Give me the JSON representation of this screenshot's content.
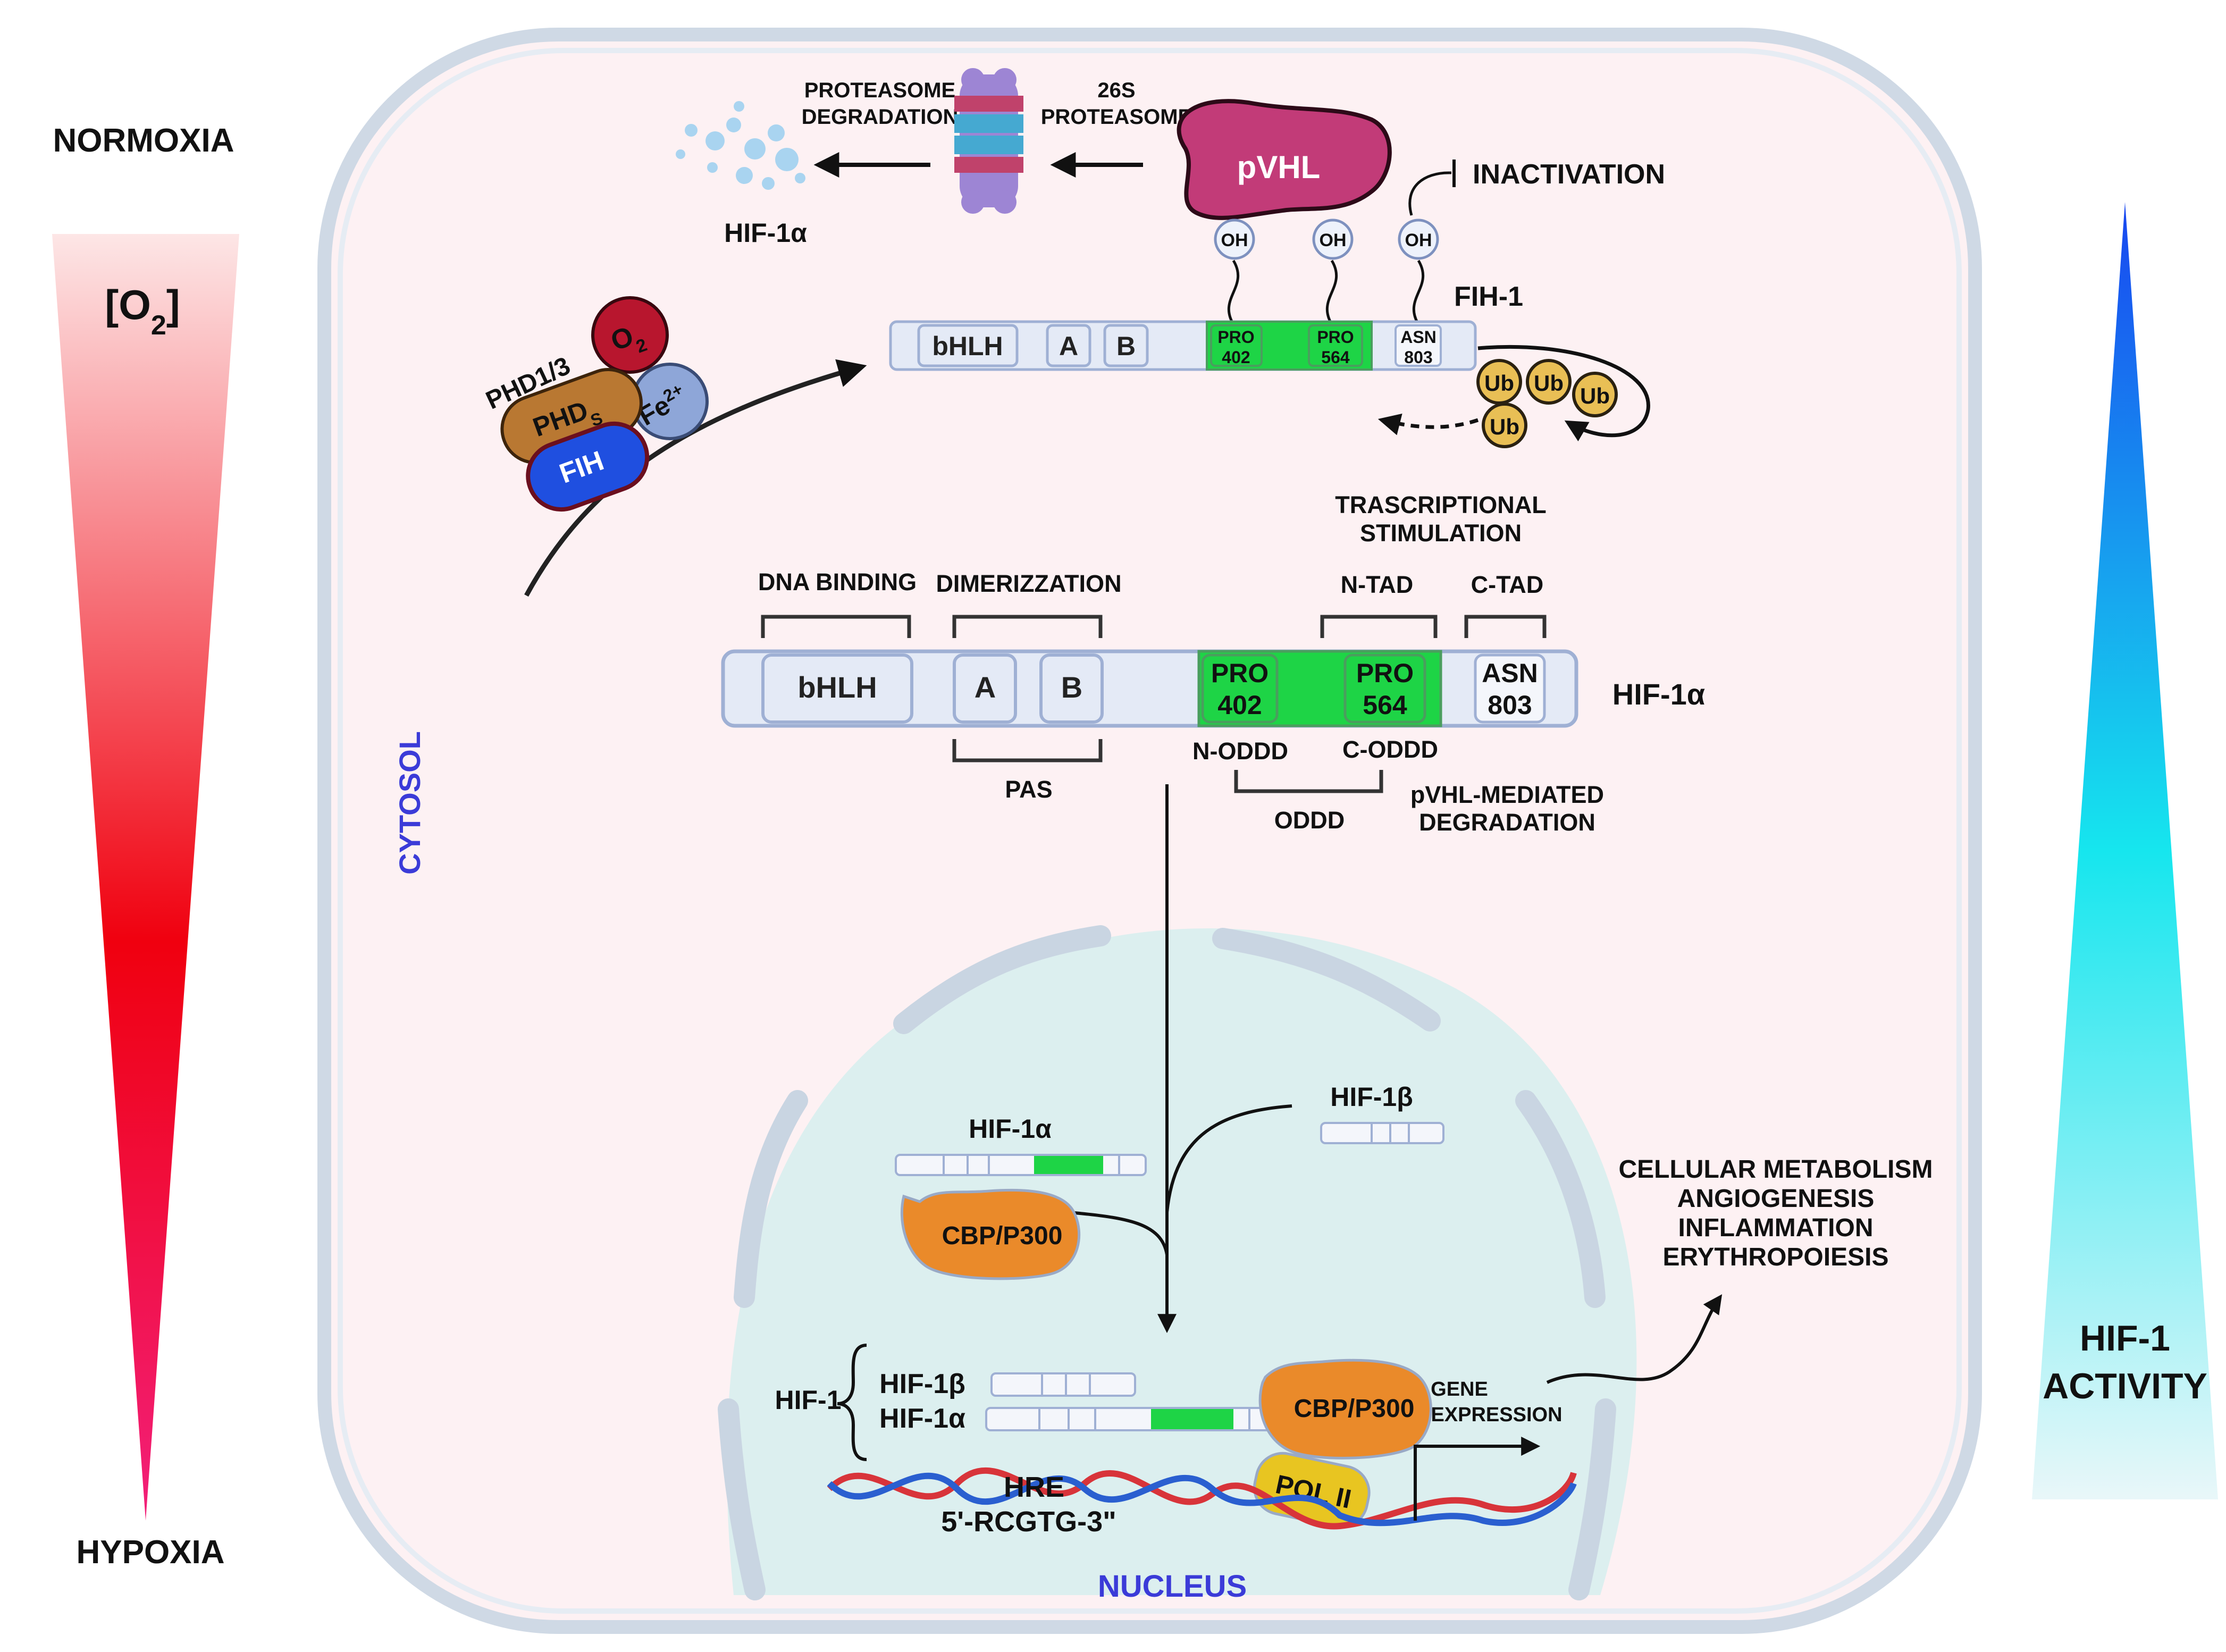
{
  "legend_left": {
    "top": "NORMOXIA",
    "o2": "[O",
    "o2_sub": "2",
    "o2_close": "]",
    "bottom": "HYPOXIA"
  },
  "legend_right": {
    "line1": "HIF-1",
    "line2": "ACTIVITY"
  },
  "compartments": {
    "cytosol": "CYTOSOL",
    "nucleus": "NUCLEUS"
  },
  "top_pathway": {
    "proteasome_degradation": [
      "PROTEASOME",
      "DEGRADATION"
    ],
    "proteasome_26s": [
      "26S",
      "PROTEASOME"
    ],
    "hif1a_fragments": "HIF-1α",
    "pvhl": "pVHL",
    "inactivation": "INACTIVATION",
    "oh": "OH",
    "fih1": "FIH-1",
    "phd13": "PHD1/3",
    "o2": "O",
    "o2_sub": "2",
    "phds": "PHD",
    "phds_sub": "S",
    "fe": "Fe",
    "fe_sup": "2+",
    "fih": "FIH",
    "ub": "Ub",
    "domains_small": {
      "bhlh": "bHLH",
      "a": "A",
      "b": "B",
      "pro402": [
        "PRO",
        "402"
      ],
      "pro564": [
        "PRO",
        "564"
      ],
      "asn803": [
        "ASN",
        "803"
      ]
    }
  },
  "domain_map": {
    "dna_binding": "DNA BINDING",
    "dimerization": "DIMERIZZATION",
    "transcriptional": [
      "TRASCRIPTIONAL",
      "STIMULATION"
    ],
    "ntad": "N-TAD",
    "ctad": "C-TAD",
    "bhlh": "bHLH",
    "a": "A",
    "b": "B",
    "pro402": [
      "PRO",
      "402"
    ],
    "pro564": [
      "PRO",
      "564"
    ],
    "asn803": [
      "ASN",
      "803"
    ],
    "protein_label": "HIF-1α",
    "pas": "PAS",
    "noddd": "N-ODDD",
    "coddd": "C-ODDD",
    "oddd": "ODDD",
    "pvhl_mediated": [
      "pVHL-MEDIATED",
      "DEGRADATION"
    ]
  },
  "nucleus": {
    "hif1a": "HIF-1α",
    "hif1b": "HIF-1β",
    "cbp": "CBP/P300",
    "hif1": "HIF-1",
    "complex_b": "HIF-1β",
    "complex_a": "HIF-1α",
    "cbp2": "CBP/P300",
    "pol": "POL II",
    "gene_expression": [
      "GENE",
      "EXPRESSION"
    ],
    "hre": [
      "HRE",
      "5'-RCGTG-3\""
    ]
  },
  "outcomes": [
    "CELLULAR METABOLISM",
    "ANGIOGENESIS",
    "INFLAMMATION",
    "ERYTHROPOIESIS"
  ],
  "colors": {
    "cell_fill": "#fdf1f3",
    "nucleus_fill": "#dff0f2",
    "membrane": "#c9d5e2",
    "domain_fill": "#e4eaf6",
    "domain_stroke": "#9fb0d4",
    "pro_green": "#1ed446",
    "pvhl": "#c23b78",
    "phd": "#b97832",
    "o2_red": "#b8162e",
    "fe_blue": "#8ea6d8",
    "fih_blue": "#1f4fe0",
    "ub": "#e9bf55",
    "cbp_orange": "#ea8a2a",
    "pol_yellow": "#e8c521",
    "cytosol_blue": "#3b3bd8"
  }
}
